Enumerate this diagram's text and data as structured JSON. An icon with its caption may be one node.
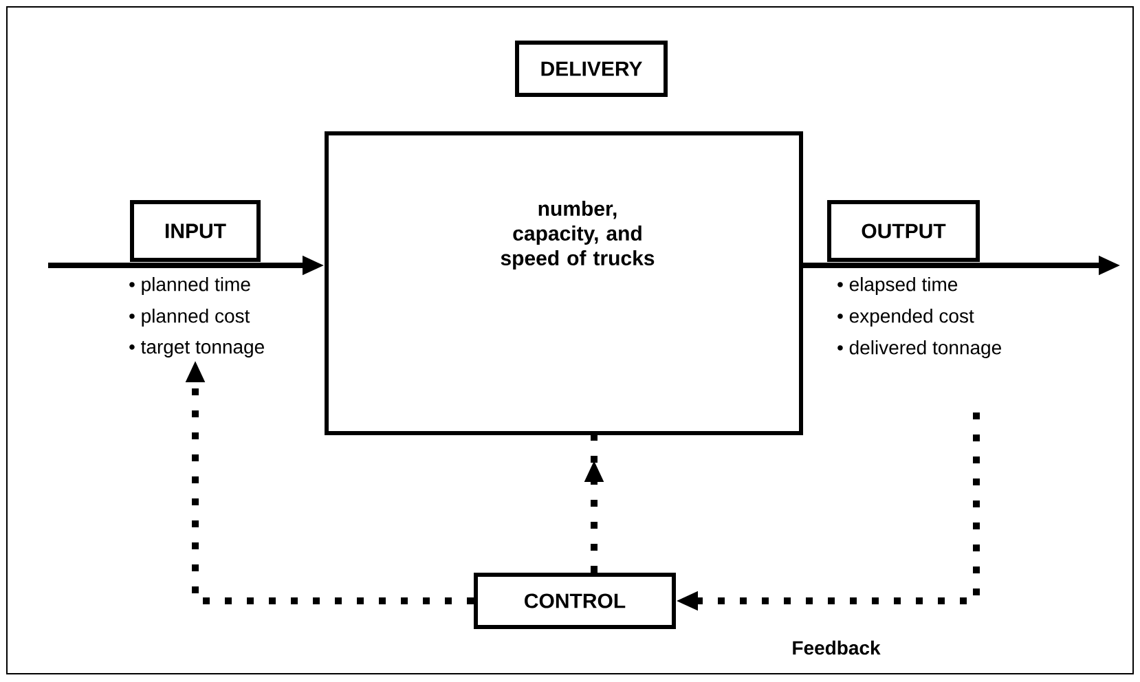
{
  "diagram": {
    "nodes": [
      {
        "text": [
          "DELIVERY"
        ]
      },
      {
        "text": [
          "number, capacity, and speed of trucks"
        ]
      },
      {
        "text": [
          "INPUT"
        ],
        "beside": [
          "• planned time",
          "• planned cost",
          "• target tonnage"
        ]
      },
      {
        "text": [
          "OUTPUT"
        ],
        "beside": [
          "• elapsed time",
          "• expended cost",
          "• delivered tonnage"
        ]
      },
      {
        "text": [
          "CONTROL"
        ]
      }
    ],
    "edges": [
      {
        "from": null,
        "to": 1,
        "arrow": "to"
      },
      {
        "from": 1,
        "to": null,
        "arrow": "to"
      },
      {
        "from": 3,
        "to": 4,
        "arrow": "to",
        "style": "dashed",
        "label": "Feedback"
      },
      {
        "from": 4,
        "to": 2,
        "arrow": "to",
        "style": "dashed"
      },
      {
        "from": 4,
        "to": 1,
        "arrow": "to",
        "style": "dashed"
      }
    ]
  }
}
